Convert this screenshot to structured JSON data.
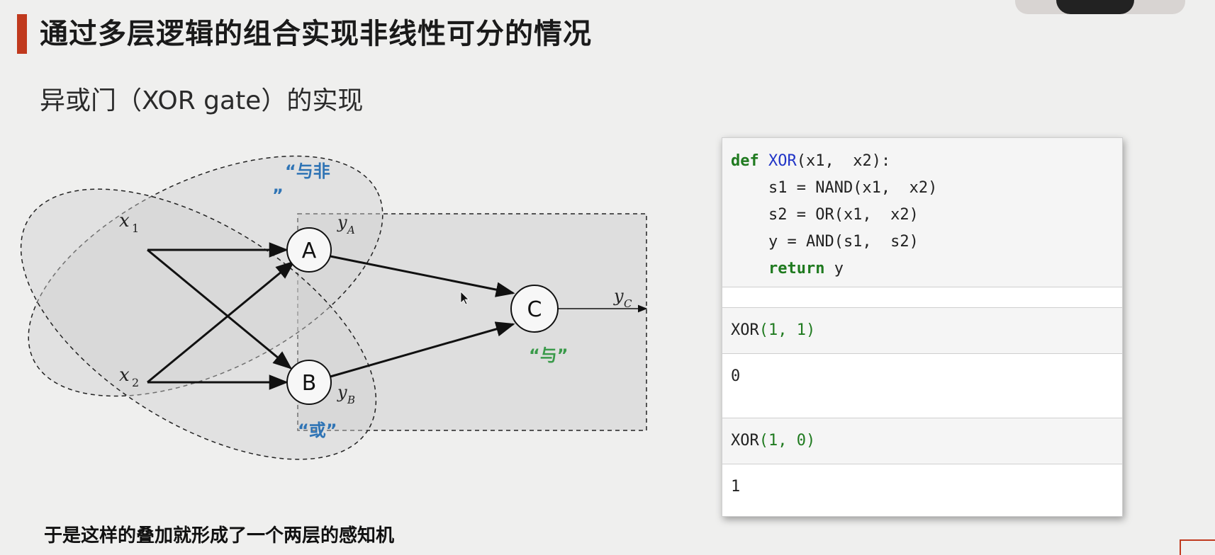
{
  "title": "通过多层逻辑的组合实现非线性可分的情况",
  "subtitle": "异或门（XOR gate）的实现",
  "diagram": {
    "input_1": "x",
    "input_1_sub": "1",
    "input_2": "x",
    "input_2_sub": "2",
    "node_a": "A",
    "node_b": "B",
    "node_c": "C",
    "out_a": "y",
    "out_a_sub": "A",
    "out_b": "y",
    "out_b_sub": "B",
    "out_c": "y",
    "out_c_sub": "C",
    "label_nand_1": "“与非",
    "label_nand_2": "”",
    "label_or": "“或”",
    "label_and": "“与”",
    "colors": {
      "blue_label": "#2f74b5",
      "green_label": "#3a9a4a"
    }
  },
  "code": {
    "def_line_kw": "def",
    "def_line_fn": "XOR",
    "def_line_rest": "(x1,  x2):",
    "line_2": "    s1 = NAND(x1,  x2)",
    "line_3": "    s2 = OR(x1,  x2)",
    "line_4": "    y = AND(s1,  s2)",
    "return_kw": "return",
    "return_rest": " y",
    "cell_1_fn": "XOR",
    "cell_1_args": "(1, 1)",
    "cell_1_out": "0",
    "cell_2_fn": "XOR",
    "cell_2_args": "(1, 0)",
    "cell_2_out": "1"
  },
  "bottom_note": "于是这样的叠加就形成了一个两层的感知机"
}
